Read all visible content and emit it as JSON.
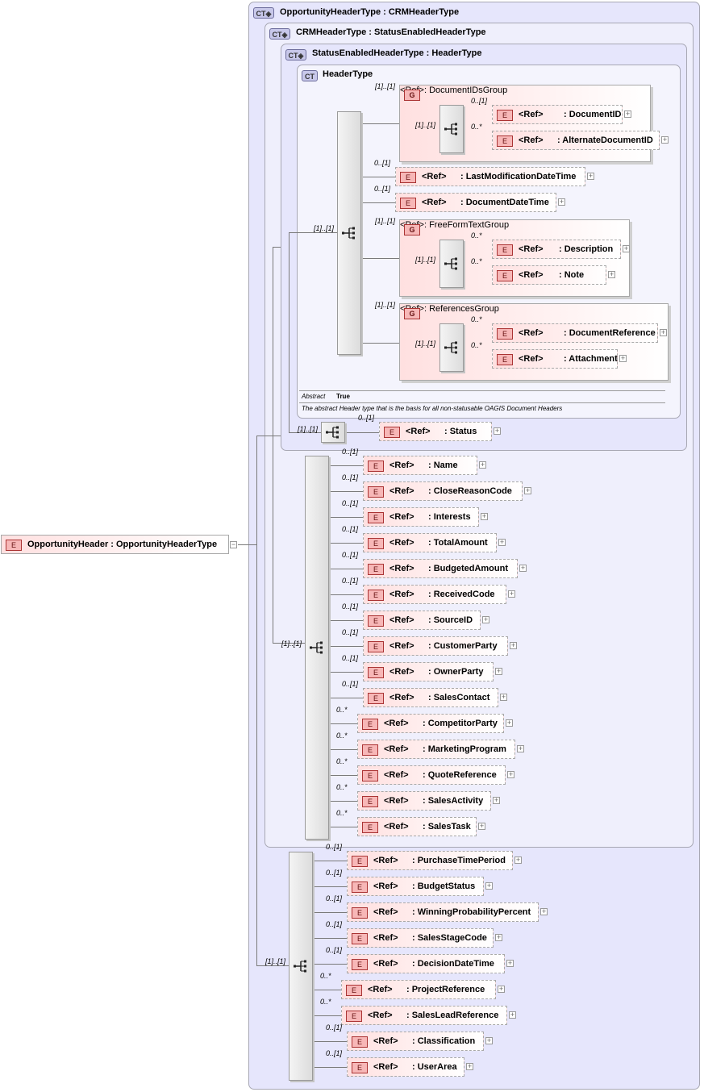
{
  "root": {
    "badge": "E",
    "label": "OpportunityHeader : OpportunityHeaderType",
    "collapse": "−"
  },
  "boxes": {
    "opportunity": {
      "badge": "CT◈",
      "title": "OpportunityHeaderType : CRMHeaderType"
    },
    "crm": {
      "badge": "CT◈",
      "title": "CRMHeaderType : StatusEnabledHeaderType"
    },
    "status_enabled": {
      "badge": "CT◈",
      "title": "StatusEnabledHeaderType : HeaderType"
    },
    "header": {
      "badge": "CT",
      "title": "HeaderType"
    }
  },
  "header_seq_card": "[1]..[1]",
  "groups": {
    "docids": {
      "badge": "G",
      "ref": "<Ref>",
      "name": ": DocumentIDsGroup",
      "card": "[1]..[1]",
      "seq_card": "[1]..[1]",
      "items": [
        {
          "card": "0..[1]",
          "ref": "<Ref>",
          "name": ": DocumentID"
        },
        {
          "card": "0..*",
          "ref": "<Ref>",
          "name": ": AlternateDocumentID"
        }
      ]
    },
    "freeform": {
      "badge": "G",
      "ref": "<Ref>",
      "name": ": FreeFormTextGroup",
      "card": "[1]..[1]",
      "seq_card": "[1]..[1]",
      "items": [
        {
          "card": "0..*",
          "ref": "<Ref>",
          "name": ": Description"
        },
        {
          "card": "0..*",
          "ref": "<Ref>",
          "name": ": Note"
        }
      ]
    },
    "refs": {
      "badge": "G",
      "ref": "<Ref>",
      "name": ": ReferencesGroup",
      "card": "[1]..[1]",
      "seq_card": "[1]..[1]",
      "items": [
        {
          "card": "0..*",
          "ref": "<Ref>",
          "name": ": DocumentReference"
        },
        {
          "card": "0..*",
          "ref": "<Ref>",
          "name": ": Attachment"
        }
      ]
    }
  },
  "header_elements": [
    {
      "card": "0..[1]",
      "ref": "<Ref>",
      "name": ": LastModificationDateTime"
    },
    {
      "card": "0..[1]",
      "ref": "<Ref>",
      "name": ": DocumentDateTime"
    }
  ],
  "annotation": {
    "abstract_label": "Abstract",
    "abstract_value": "True",
    "doc": "The abstract Header type that is the basis for all non-statusable OAGIS Document Headers"
  },
  "status_seq_card": "[1]..[1]",
  "status_element": {
    "card": "0..[1]",
    "ref": "<Ref>",
    "name": ": Status"
  },
  "crm_seq_card": "[1]..[1]",
  "crm_elements": [
    {
      "card": "0..[1]",
      "ref": "<Ref>",
      "name": ": Name"
    },
    {
      "card": "0..[1]",
      "ref": "<Ref>",
      "name": ": CloseReasonCode"
    },
    {
      "card": "0..[1]",
      "ref": "<Ref>",
      "name": ": Interests"
    },
    {
      "card": "0..[1]",
      "ref": "<Ref>",
      "name": ": TotalAmount"
    },
    {
      "card": "0..[1]",
      "ref": "<Ref>",
      "name": ": BudgetedAmount"
    },
    {
      "card": "0..[1]",
      "ref": "<Ref>",
      "name": ": ReceivedCode"
    },
    {
      "card": "0..[1]",
      "ref": "<Ref>",
      "name": ": SourceID"
    },
    {
      "card": "0..[1]",
      "ref": "<Ref>",
      "name": ": CustomerParty"
    },
    {
      "card": "0..[1]",
      "ref": "<Ref>",
      "name": ": OwnerParty"
    },
    {
      "card": "0..[1]",
      "ref": "<Ref>",
      "name": ": SalesContact"
    },
    {
      "card": "0..*",
      "ref": "<Ref>",
      "name": ": CompetitorParty"
    },
    {
      "card": "0..*",
      "ref": "<Ref>",
      "name": ": MarketingProgram"
    },
    {
      "card": "0..*",
      "ref": "<Ref>",
      "name": ": QuoteReference"
    },
    {
      "card": "0..*",
      "ref": "<Ref>",
      "name": ": SalesActivity"
    },
    {
      "card": "0..*",
      "ref": "<Ref>",
      "name": ": SalesTask"
    }
  ],
  "opp_seq_card": "[1]..[1]",
  "opp_elements": [
    {
      "card": "0..[1]",
      "ref": "<Ref>",
      "name": ": PurchaseTimePeriod"
    },
    {
      "card": "0..[1]",
      "ref": "<Ref>",
      "name": ": BudgetStatus"
    },
    {
      "card": "0..[1]",
      "ref": "<Ref>",
      "name": ": WinningProbabilityPercent"
    },
    {
      "card": "0..[1]",
      "ref": "<Ref>",
      "name": ": SalesStageCode"
    },
    {
      "card": "0..[1]",
      "ref": "<Ref>",
      "name": ": DecisionDateTime"
    },
    {
      "card": "0..*",
      "ref": "<Ref>",
      "name": ": ProjectReference"
    },
    {
      "card": "0..*",
      "ref": "<Ref>",
      "name": ": SalesLeadReference"
    },
    {
      "card": "0..[1]",
      "ref": "<Ref>",
      "name": ": Classification"
    },
    {
      "card": "0..[1]",
      "ref": "<Ref>",
      "name": ": UserArea"
    }
  ]
}
